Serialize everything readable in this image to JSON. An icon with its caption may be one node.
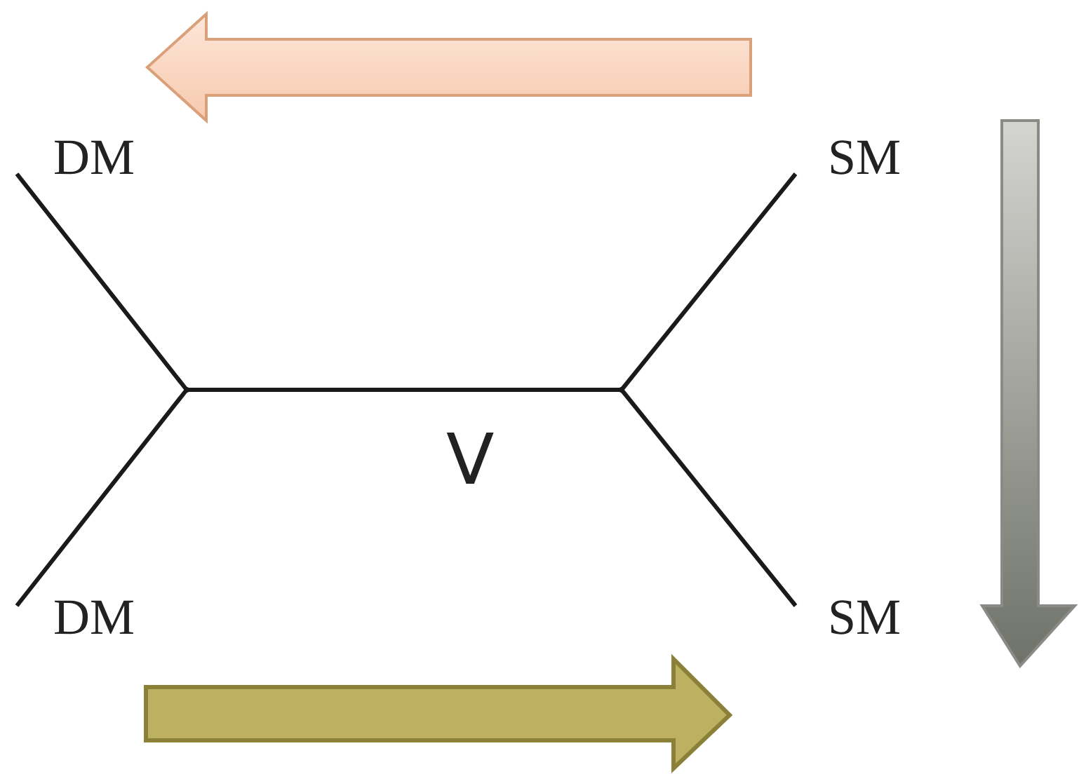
{
  "diagram": {
    "nodes": [
      {
        "text": [
          "DM"
        ]
      },
      {
        "text": [
          "DM"
        ]
      },
      {
        "text": [
          "SM"
        ]
      },
      {
        "text": [
          "SM"
        ]
      },
      {
        "text": [],
        "shape": "point"
      },
      {
        "text": [],
        "shape": "point"
      }
    ],
    "edges": [
      {
        "from": 0,
        "to": 4,
        "arrow": "none"
      },
      {
        "from": 1,
        "to": 4,
        "arrow": "none"
      },
      {
        "from": 4,
        "to": 5,
        "arrow": "none",
        "label": "V"
      },
      {
        "from": 5,
        "to": 2,
        "arrow": "none"
      },
      {
        "from": 5,
        "to": 3,
        "arrow": "none"
      }
    ]
  }
}
